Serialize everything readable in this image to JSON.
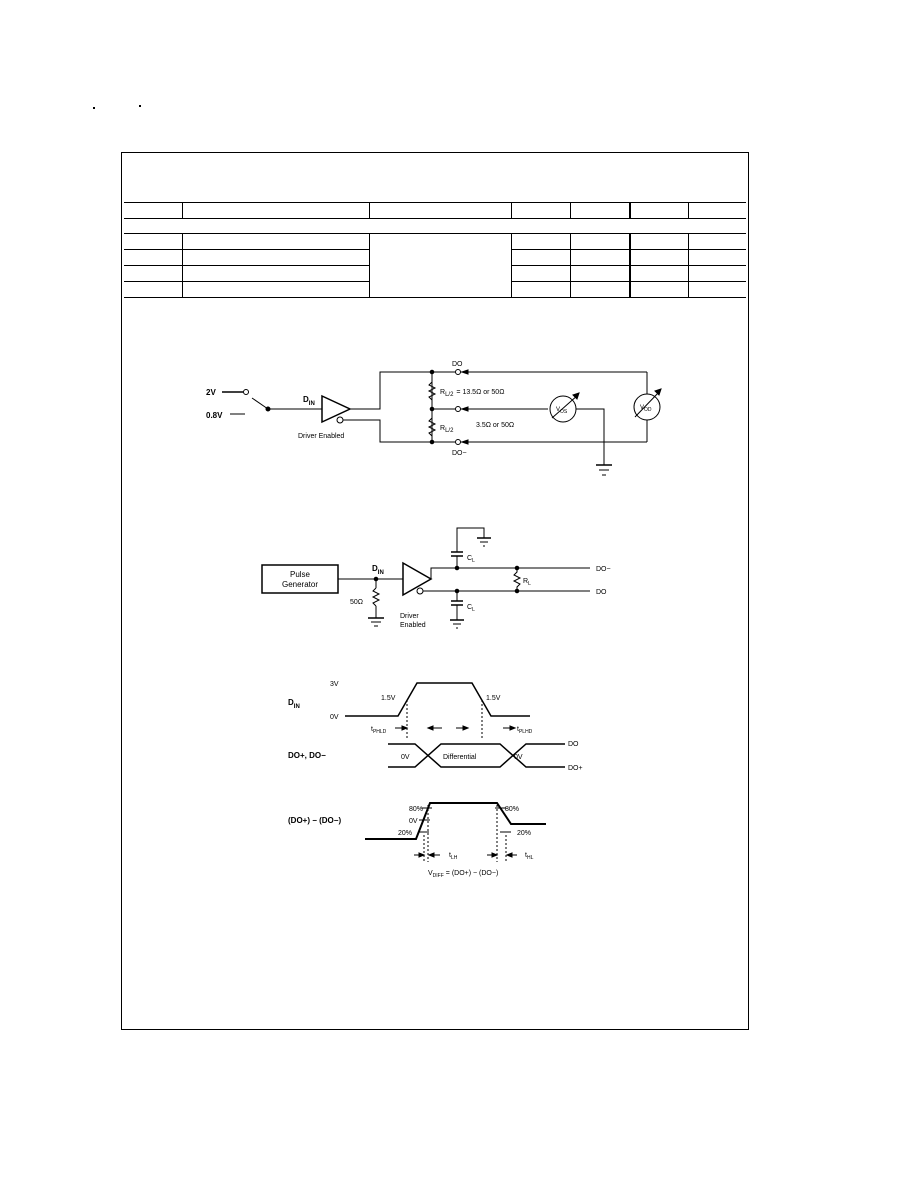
{
  "dc_test_circuit": {
    "input_high": "2V",
    "input_low": "0.8V",
    "din_label": "D",
    "din_subscript": "IN",
    "driver_label": "Driver Enabled",
    "do_plus": "DO",
    "do_minus": "DO−",
    "rl_label": "R",
    "rl_sub_top": "L/2",
    "rl_sub_bottom": "L/2",
    "rl_value_top": "= 13.5Ω or 50Ω",
    "rl_value_bottom": "3.5Ω or 50Ω",
    "vos_label": "V",
    "vos_sub": "OS",
    "vod_label": "V",
    "vod_sub": "OD"
  },
  "ac_test_circuit": {
    "pulse_generator_line1": "Pulse",
    "pulse_generator_line2": "Generator",
    "din_label": "D",
    "din_subscript": "IN",
    "source_resistor": "50Ω",
    "driver_label_line1": "Driver",
    "driver_label_line2": "Enabled",
    "cl_top": "C",
    "cl_bottom": "C",
    "cl_sub": "L",
    "rl_label": "R",
    "rl_sub": "L",
    "out_minus": "DO−",
    "out_plus": "DO"
  },
  "waveforms": {
    "din_label": "D",
    "din_subscript": "IN",
    "v3": "3V",
    "v0": "0V",
    "threshold_rise": "1.5V",
    "threshold_fall": "1.5V",
    "tphld": "t",
    "tphld_sub": "PHLD",
    "tplhd": "t",
    "tplhd_sub": "PLHD",
    "do_label": "DO+, DO−",
    "zero_left": "0V",
    "differential": "Differential",
    "zero_right": "0V",
    "do_minus_right": "DO",
    "do_plus_right": "DO+",
    "diff_label": "(DO+) − (DO−)",
    "pct80_left": "80%",
    "zero_mid": "0V",
    "pct20_left": "20%",
    "pct80_right": "80%",
    "pct20_right": "20%",
    "tlh": "t",
    "tlh_sub": "LH",
    "thl": "t",
    "thl_sub": "HL",
    "vdiff_formula": "V",
    "vdiff_sub": "DIFF",
    "vdiff_expr": "= (DO+) − (DO−)"
  }
}
